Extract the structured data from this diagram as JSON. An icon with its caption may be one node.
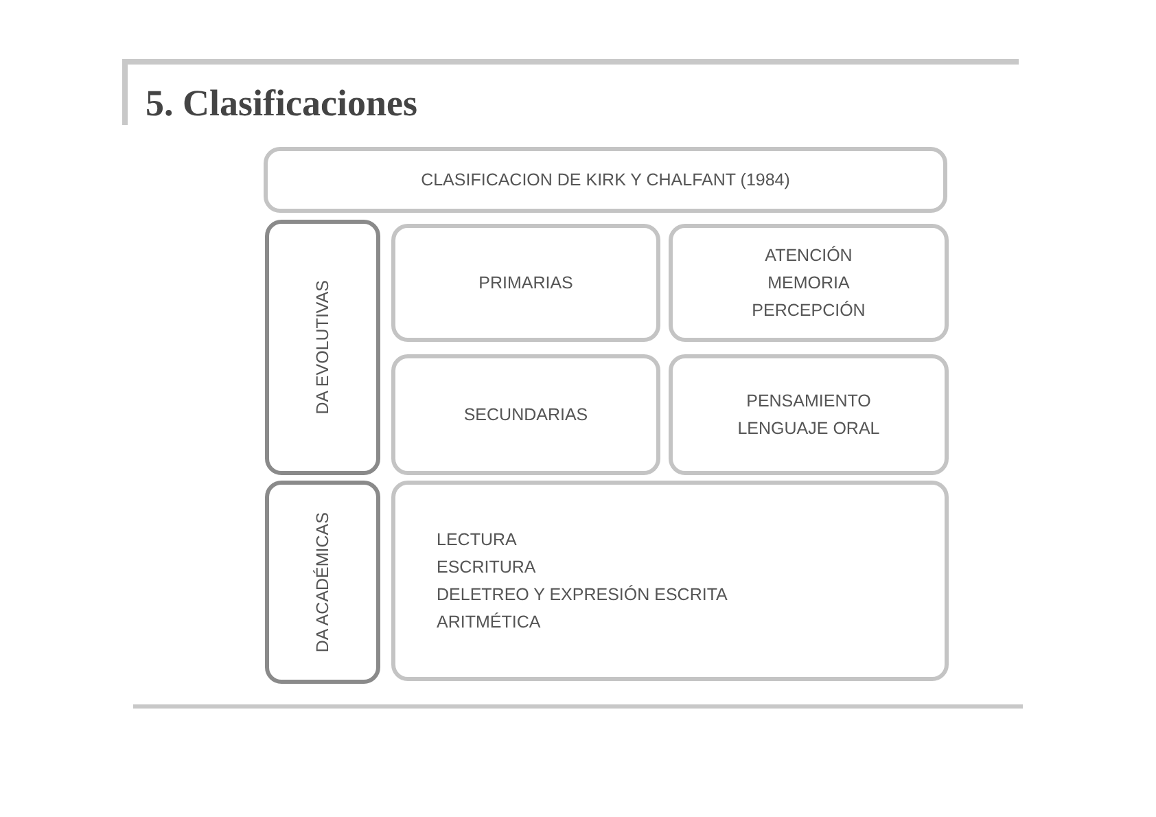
{
  "diagram": {
    "title": "5. Clasificaciones",
    "nodes": [
      {
        "text": [
          "CLASIFICACION DE KIRK Y CHALFANT (1984)"
        ]
      },
      {
        "text": [
          "DA EVOLUTIVAS"
        ]
      },
      {
        "text": [
          "PRIMARIAS"
        ]
      },
      {
        "text": [
          "ATENCIÓN",
          "MEMORIA",
          "PERCEPCIÓN"
        ]
      },
      {
        "text": [
          "SECUNDARIAS"
        ]
      },
      {
        "text": [
          "PENSAMIENTO",
          "LENGUAJE ORAL"
        ]
      },
      {
        "text": [
          "DA ACADÉMICAS"
        ]
      },
      {
        "text": [
          "LECTURA",
          "ESCRITURA",
          "DELETREO Y EXPRESIÓN ESCRITA",
          "ARITMÉTICA"
        ]
      }
    ]
  }
}
